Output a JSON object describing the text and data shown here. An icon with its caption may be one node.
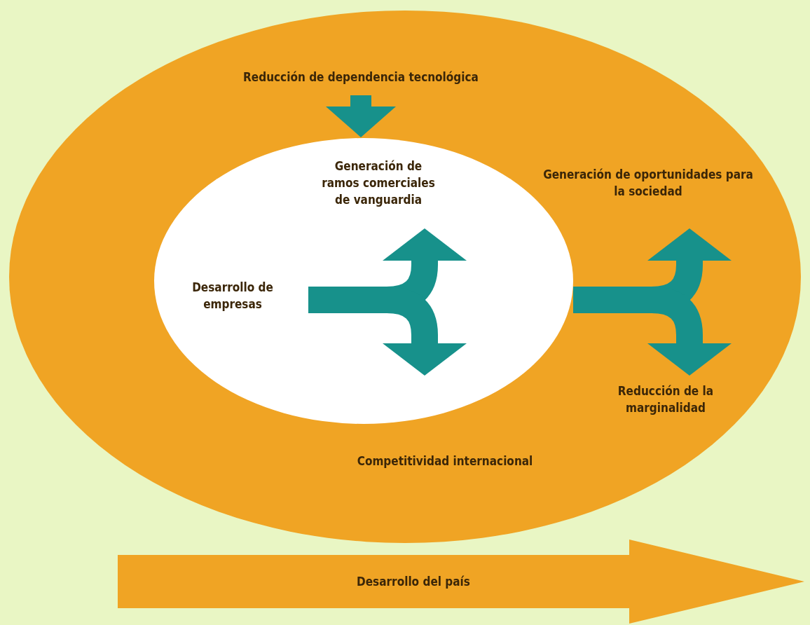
{
  "diagram": {
    "nodes": [
      {
        "text": [
          "Competitividad internacional"
        ]
      },
      {
        "text": [
          "Reducción de dependencia tecnológica"
        ],
        "in": 0
      },
      {
        "text": [],
        "shape": "ellipse",
        "in": 0
      },
      {
        "text": [
          "Generación de ramos comerciales de vanguardia"
        ],
        "in": 2
      },
      {
        "text": [
          "Generación de oportunidades para la sociedad"
        ],
        "in": 0
      },
      {
        "text": [
          "Desarrollo de empresas"
        ],
        "in": 2
      },
      {
        "text": [
          "Reducción de la marginalidad"
        ],
        "in": 0
      },
      {
        "text": [
          "Desarrollo del país"
        ]
      }
    ],
    "edges": [
      {
        "from": 1,
        "to": 2,
        "arrow": "to"
      },
      {
        "from": 5,
        "to": 3,
        "arrow": "to"
      },
      {
        "from": 5,
        "to": null,
        "arrow": "to"
      },
      {
        "from": 2,
        "to": 4,
        "arrow": "to"
      },
      {
        "from": 2,
        "to": 6,
        "arrow": "to"
      }
    ]
  }
}
